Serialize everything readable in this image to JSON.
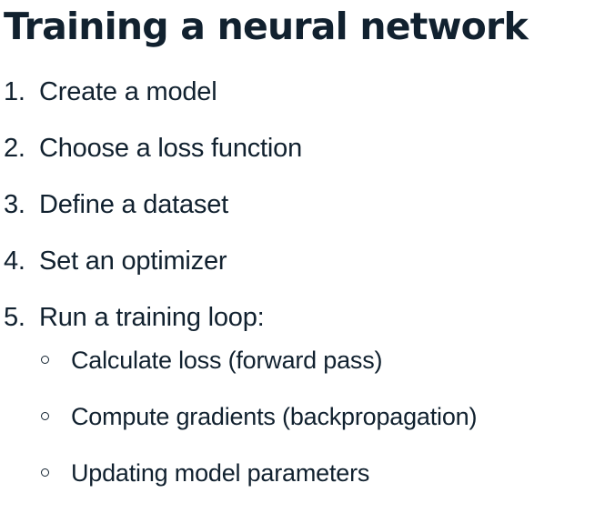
{
  "slide": {
    "title": "Training a neural network",
    "background_color": "#ffffff",
    "text_color": "#11212f",
    "steps": [
      {
        "marker": "1.",
        "text": "Create a model"
      },
      {
        "marker": "2.",
        "text": "Choose a loss function"
      },
      {
        "marker": "3.",
        "text": "Define a dataset"
      },
      {
        "marker": "4.",
        "text": "Set an optimizer"
      },
      {
        "marker": "5.",
        "text": "Run a training loop:"
      }
    ],
    "substeps": [
      {
        "bullet": "hollow-circle-bullet",
        "text": "Calculate loss (forward pass)"
      },
      {
        "bullet": "hollow-circle-bullet",
        "text": "Compute gradients (backpropagation)"
      },
      {
        "bullet": "hollow-circle-bullet",
        "text": "Updating model parameters"
      }
    ]
  }
}
